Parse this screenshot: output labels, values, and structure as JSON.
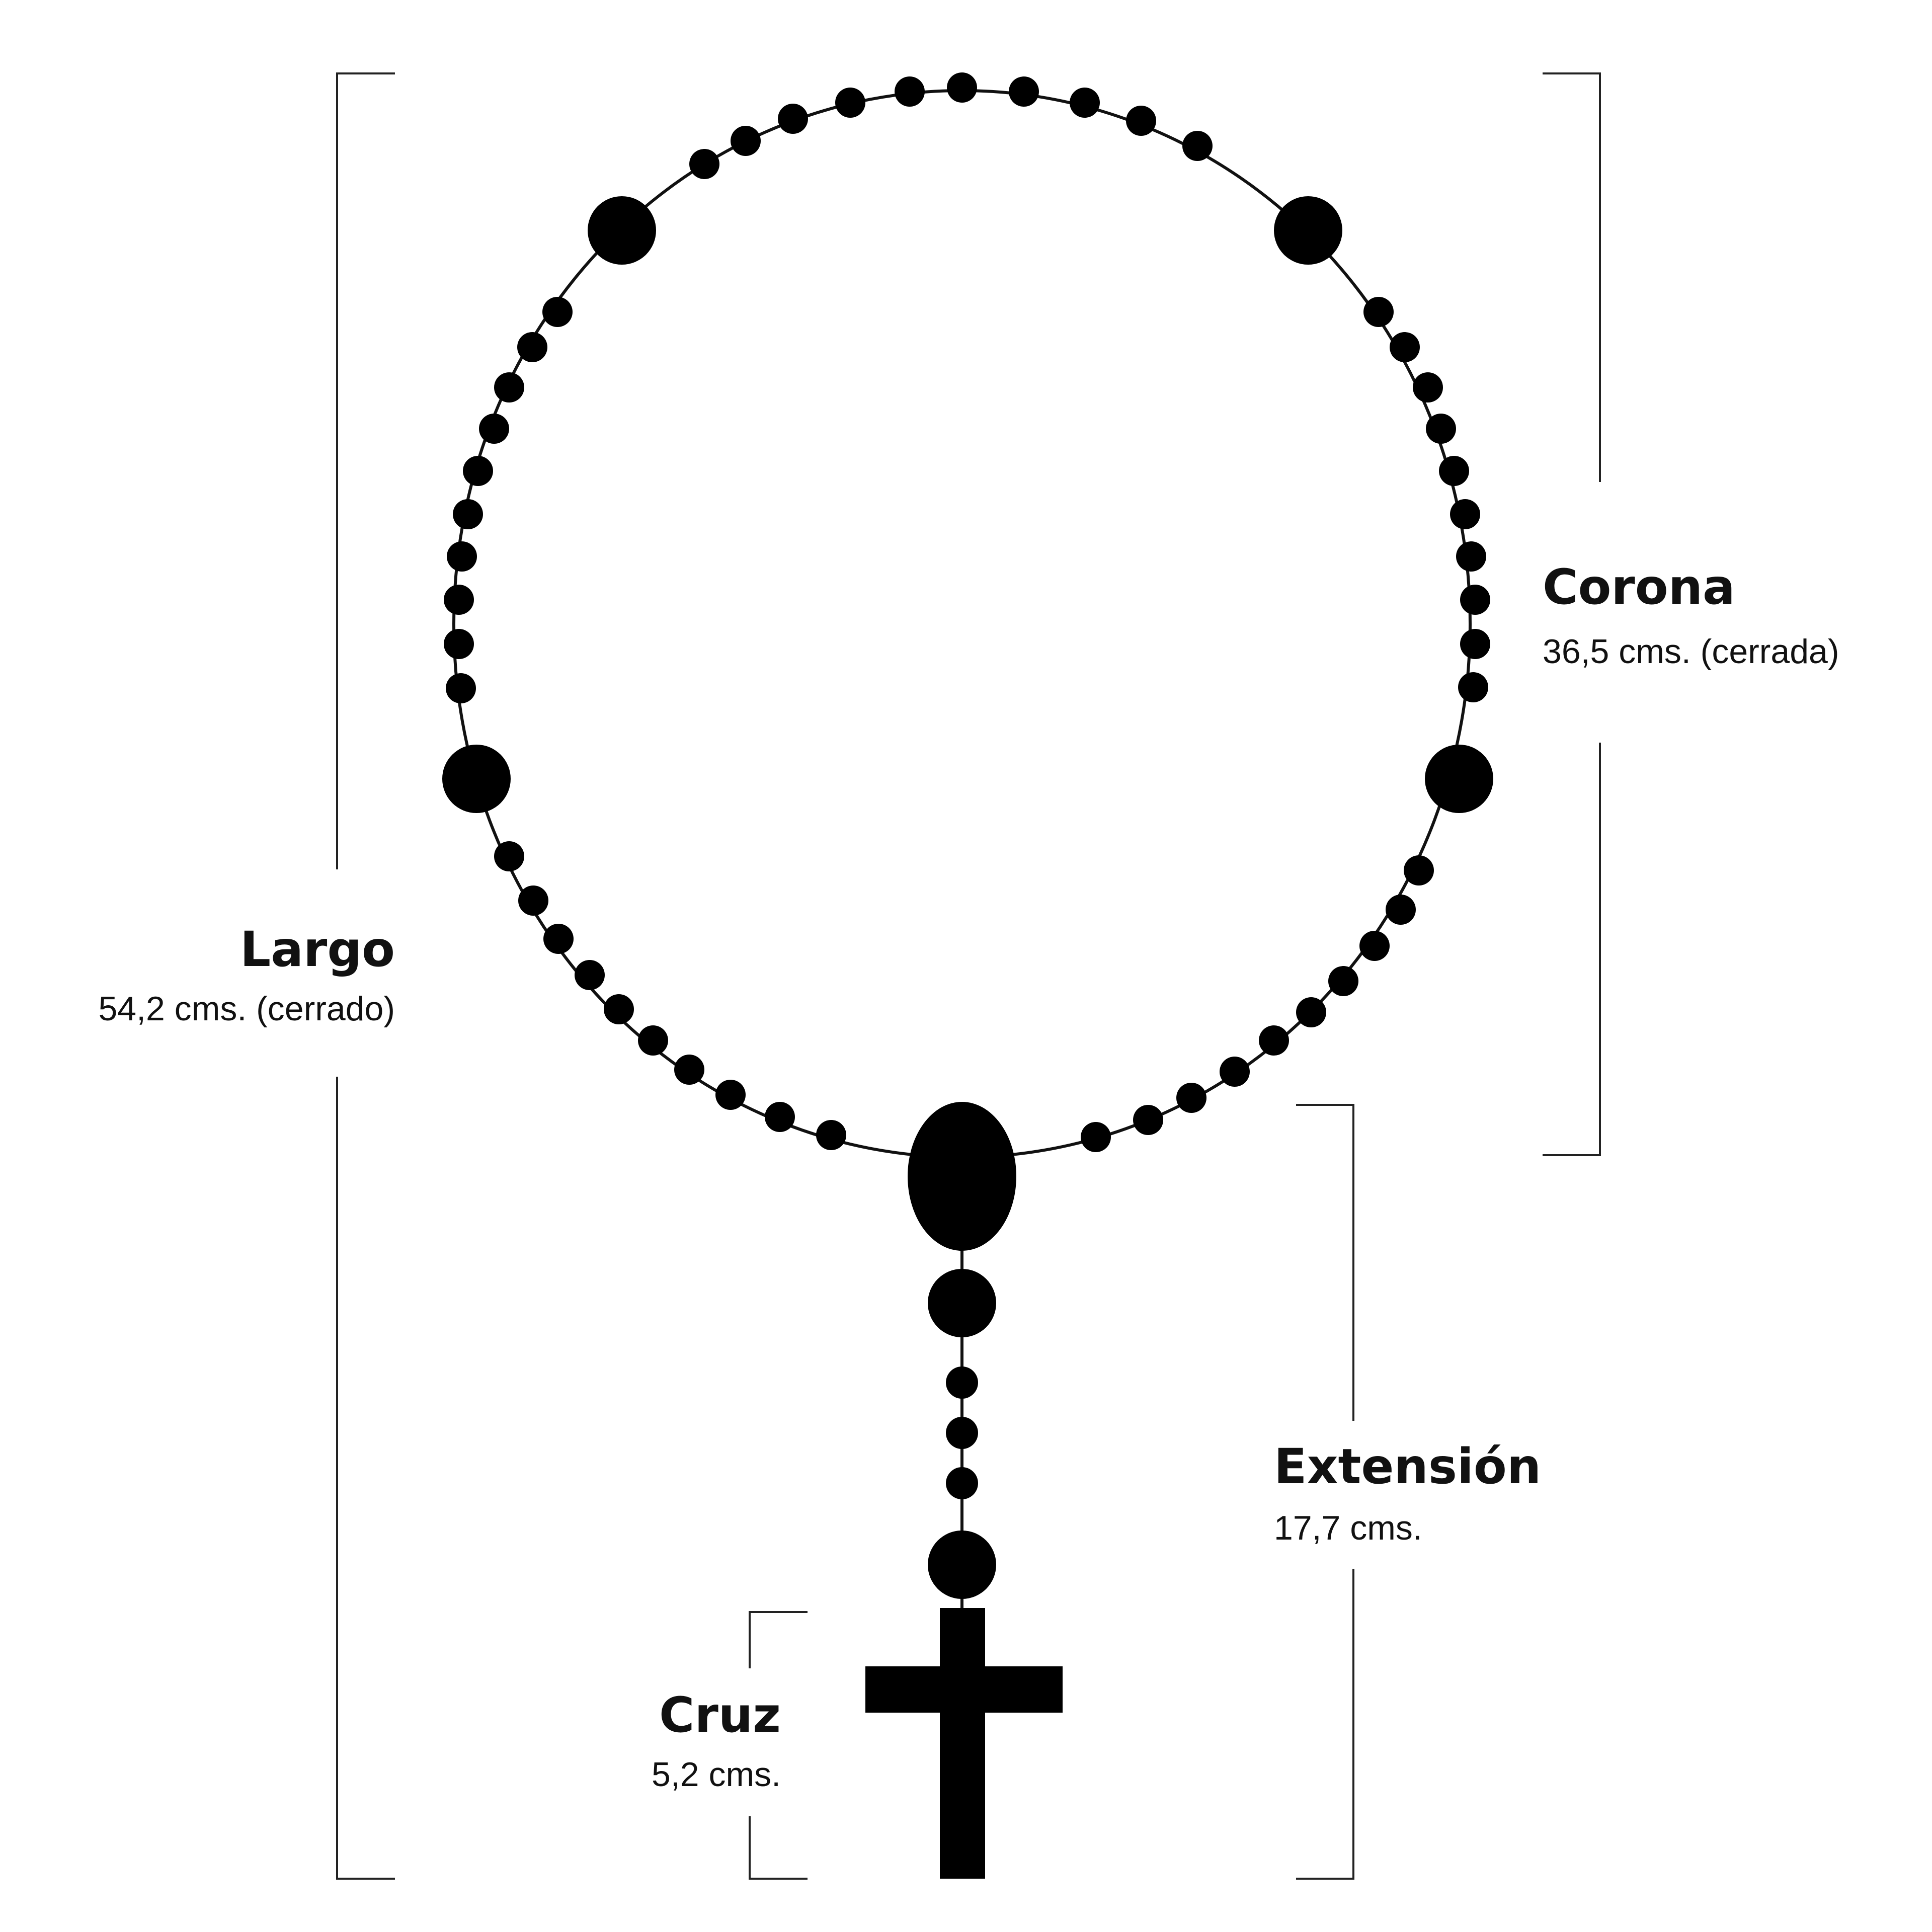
{
  "labels": {
    "largo": {
      "title": "Largo",
      "value": "54,2 cms. (cerrado)"
    },
    "corona": {
      "title": "Corona",
      "value": "36,5 cms. (cerrada)"
    },
    "extension": {
      "title": "Extensión",
      "value": "17,7 cms."
    },
    "cruz": {
      "title": "Cruz",
      "value": "5,2 cms."
    }
  },
  "colors": {
    "ink": "#000000",
    "background": "#ffffff"
  }
}
